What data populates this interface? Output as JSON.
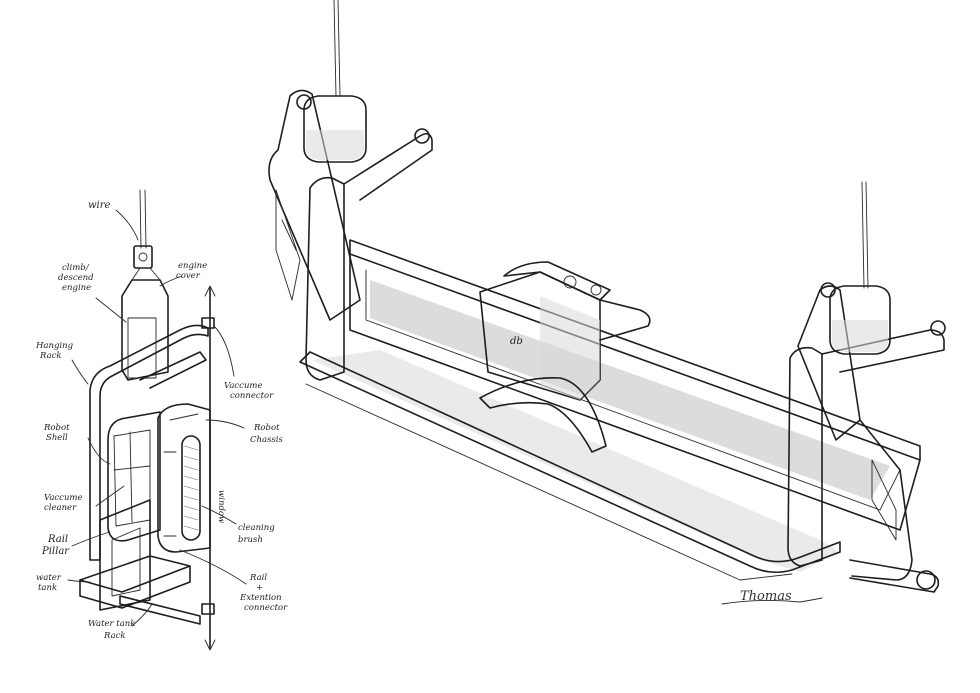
{
  "labels": {
    "wire": "wire",
    "engine_cover": [
      "engine",
      "cover"
    ],
    "climb_descend_engine": [
      "climb/",
      "descend",
      "engine"
    ],
    "hanging_rack": [
      "Hanging",
      "Rack"
    ],
    "vaccume_connector": [
      "Vaccume",
      "connector"
    ],
    "robot_shell": [
      "Robot",
      "Shell"
    ],
    "robot_chassis": [
      "Robot",
      "Chassis"
    ],
    "window": "window",
    "vaccume_cleaner": [
      "Vaccume",
      "cleaner"
    ],
    "cleaning_brush": [
      "cleaning",
      "brush"
    ],
    "rail_pillar": [
      "Rail",
      "Pillar"
    ],
    "water_tank": [
      "water",
      "tank"
    ],
    "rail_extention_connector": [
      "Rail",
      "+",
      "Extention",
      "connector"
    ],
    "water_tank_rack": [
      "Water tank",
      "Rack"
    ]
  },
  "logo": "db",
  "signature": "Thomas",
  "colors": {
    "ink": "#1e1e1e",
    "paper": "#ffffff",
    "shade": "#d9d9d9"
  }
}
